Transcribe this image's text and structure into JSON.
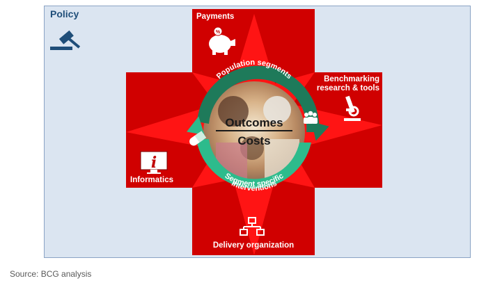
{
  "policy": {
    "label": "Policy",
    "icon": "gavel-icon"
  },
  "payments": {
    "label": "Payments",
    "icon": "piggy-bank-icon"
  },
  "benchmarking": {
    "line1": "Benchmarking",
    "line2": "research & tools",
    "icon": "microscope-icon"
  },
  "informatics": {
    "label": "Informatics",
    "icon": "info-monitor-icon"
  },
  "delivery": {
    "label": "Delivery organization",
    "icon": "org-chart-icon"
  },
  "cycle": {
    "top_arc": "Population segments",
    "bottom_arc_line1": "Segment specific",
    "bottom_arc_line2": "interventions",
    "outcomes": "Outcomes",
    "costs": "Costs",
    "left_icon": "pill-icon",
    "right_icon": "people-group-icon"
  },
  "source": "Source: BCG analysis",
  "colors": {
    "frame_bg": "#dbe5f1",
    "cross_red": "#e8111a",
    "cross_dark": "#c00000",
    "ring_dark": "#1e7a5a",
    "ring_light": "#2dbb8c",
    "policy_blue": "#1f4e79"
  }
}
